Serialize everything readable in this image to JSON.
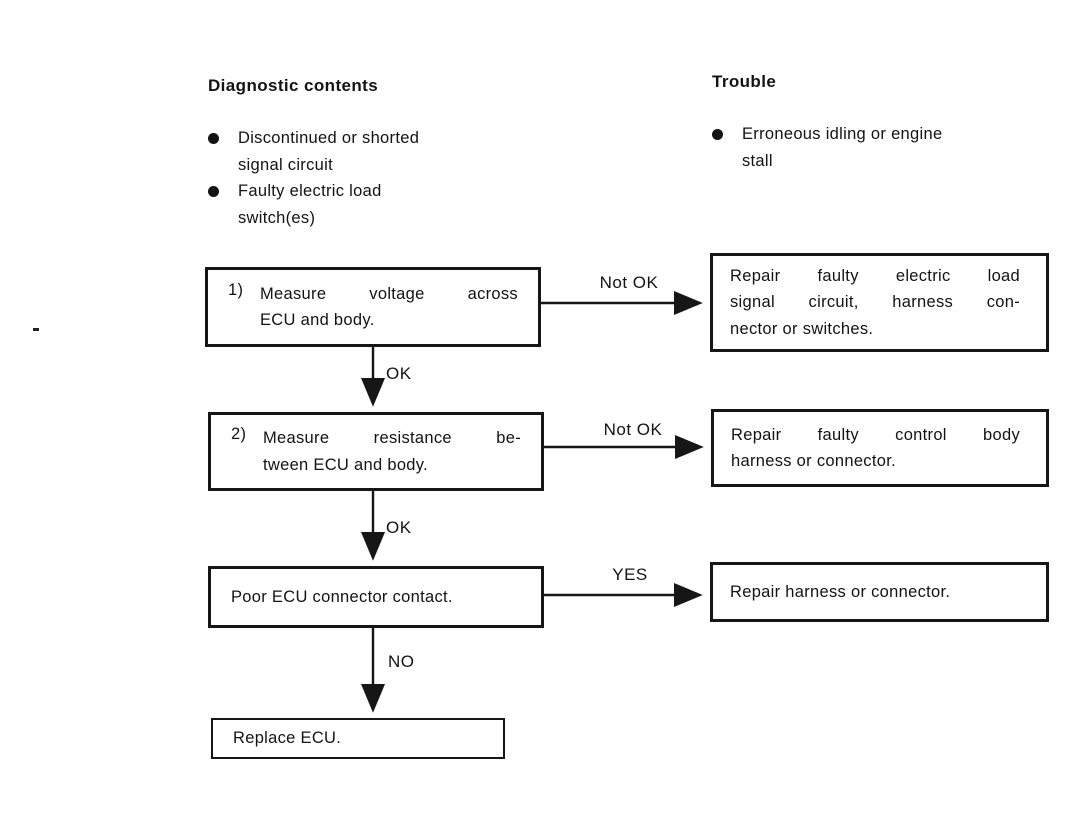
{
  "colors": {
    "background": "#ffffff",
    "ink": "#131313"
  },
  "legend": {
    "diagnostic": {
      "title": "Diagnostic contents",
      "items": [
        {
          "lines": [
            "Discontinued or shorted",
            "signal circuit"
          ]
        },
        {
          "lines": [
            "Faulty electric load",
            "switch(es)"
          ]
        }
      ]
    },
    "trouble": {
      "title": "Trouble",
      "items": [
        {
          "lines": [
            "Erroneous idling or engine",
            "stall"
          ]
        }
      ]
    }
  },
  "flow": {
    "rows": [
      {
        "step": {
          "number": "1)",
          "lines": [
            "Measure voltage across",
            "ECU and body."
          ]
        },
        "branch_label": "Not OK",
        "result": {
          "lines": [
            "Repair faulty electric load",
            "signal circuit, harness con-",
            "nector or switches."
          ]
        },
        "down_label": "OK"
      },
      {
        "step": {
          "number": "2)",
          "lines": [
            "Measure resistance be-",
            "tween ECU and body."
          ]
        },
        "branch_label": "Not OK",
        "result": {
          "lines": [
            "Repair faulty control body",
            "harness or connector."
          ]
        },
        "down_label": "OK"
      },
      {
        "step": {
          "number": "",
          "lines": [
            "Poor ECU connector contact."
          ]
        },
        "branch_label": "YES",
        "result": {
          "lines": [
            "Repair harness or connector."
          ]
        },
        "down_label": "NO"
      },
      {
        "step": {
          "number": "",
          "lines": [
            "Replace ECU."
          ]
        }
      }
    ]
  }
}
